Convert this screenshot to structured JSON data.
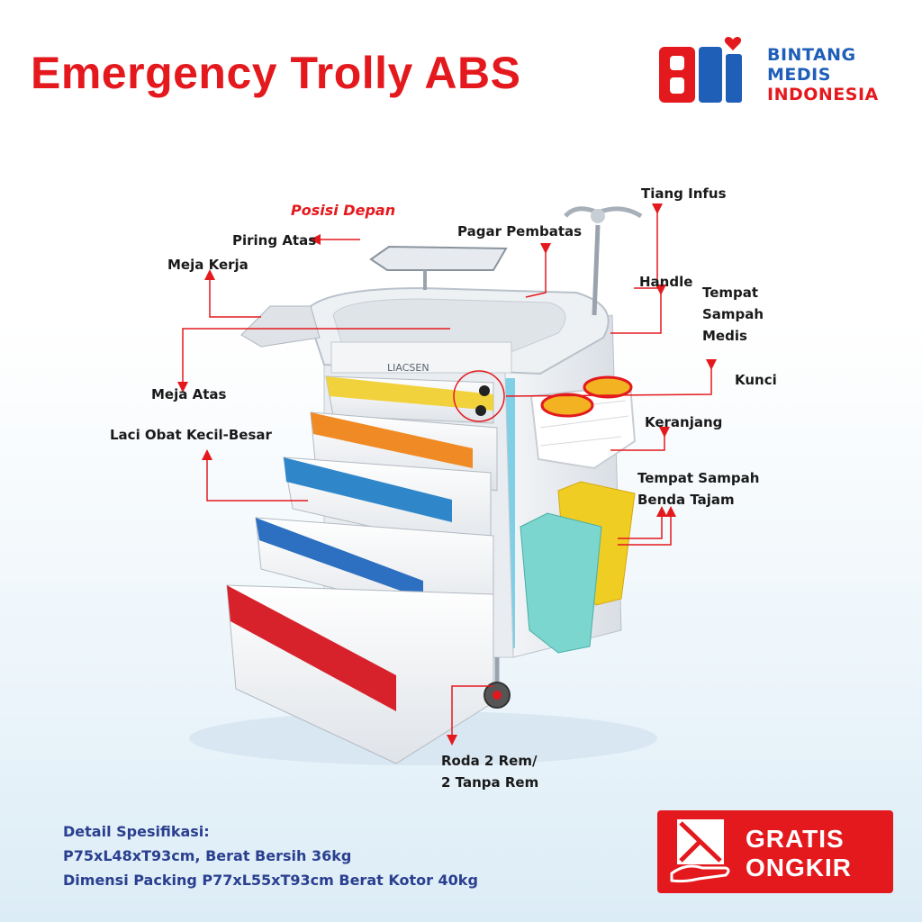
{
  "title": "Emergency Trolly ABS",
  "logo": {
    "mark": "BM",
    "line1": "BINTANG",
    "line2": "MEDIS",
    "line3": "INDONESIA",
    "icon": "heart-icon",
    "colors": {
      "blue": "#1f5fb8",
      "red": "#e4191e"
    }
  },
  "subtitle": "Posisi Depan",
  "product_brand": "LIACSEN",
  "labels": {
    "tiang_infus": "Tiang Infus",
    "piring_atas": "Piring Atas",
    "pagar_pembatas": "Pagar Pembatas",
    "meja_kerja": "Meja Kerja",
    "handle": "Handle",
    "tempat_sampah_medis_1": "Tempat",
    "tempat_sampah_medis_2": "Sampah",
    "tempat_sampah_medis_3": "Medis",
    "kunci": "Kunci",
    "meja_atas": "Meja Atas",
    "keranjang": "Keranjang",
    "laci_obat": "Laci Obat Kecil-Besar",
    "tempat_sampah_tajam_1": "Tempat Sampah",
    "tempat_sampah_tajam_2": "Benda Tajam",
    "roda_1": "Roda 2 Rem/",
    "roda_2": "2 Tanpa Rem"
  },
  "specs": {
    "heading": "Detail Spesifikasi:",
    "line1": "P75xL48xT93cm, Berat Bersih 36kg",
    "line2": "Dimensi Packing P77xL55xT93cm Berat Kotor 40kg"
  },
  "badge": {
    "line1": "GRATIS",
    "line2": "ONGKIR",
    "icon": "delivery-hand-box-icon",
    "color": "#e4191e"
  },
  "drawer_colors": [
    "#f2d23c",
    "#f08a24",
    "#2f86c9",
    "#2d6fc0",
    "#d8222b"
  ],
  "accent_color": "#e4191e"
}
